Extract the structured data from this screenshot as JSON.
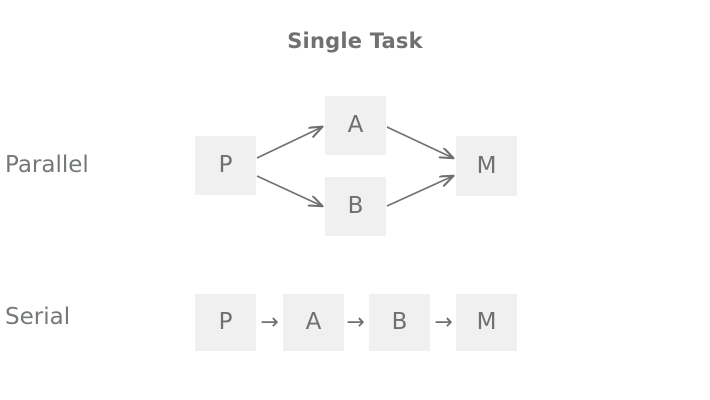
{
  "title": "Single Task",
  "colors": {
    "background": "#ffffff",
    "node_fill": "#f0f0f0",
    "text": "#6e7072",
    "label": "#75787a",
    "arrow": "#6e7072"
  },
  "rows": {
    "parallel": {
      "label": "Parallel",
      "nodes": {
        "p": "P",
        "a": "A",
        "b": "B",
        "m": "M"
      },
      "edges": [
        {
          "from": "P",
          "to": "A"
        },
        {
          "from": "P",
          "to": "B"
        },
        {
          "from": "A",
          "to": "M"
        },
        {
          "from": "B",
          "to": "M"
        }
      ]
    },
    "serial": {
      "label": "Serial",
      "nodes": {
        "p": "P",
        "a": "A",
        "b": "B",
        "m": "M"
      },
      "arrows": {
        "glyph": "→"
      },
      "edges": [
        {
          "from": "P",
          "to": "A"
        },
        {
          "from": "A",
          "to": "B"
        },
        {
          "from": "B",
          "to": "M"
        }
      ]
    }
  }
}
